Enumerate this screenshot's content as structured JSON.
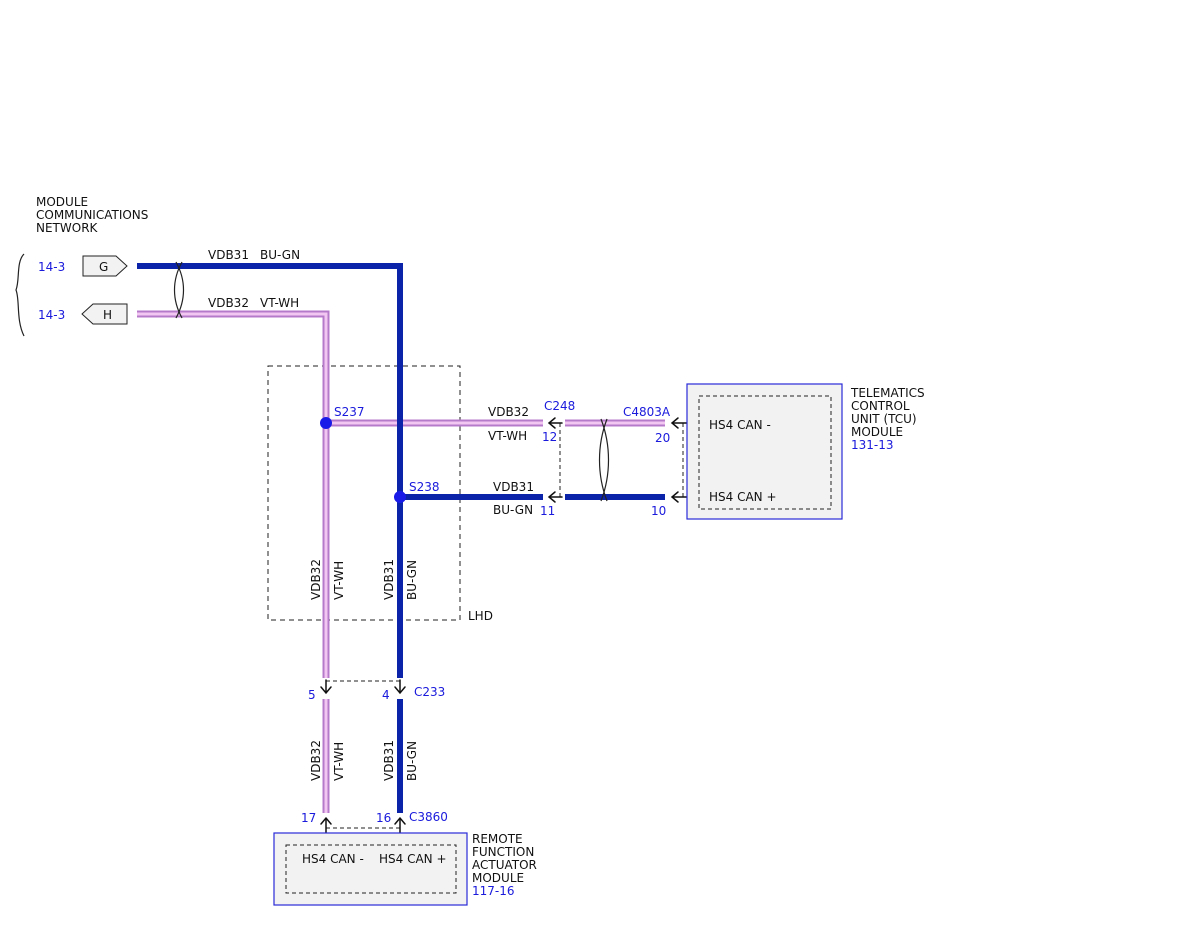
{
  "colors": {
    "bu_gn_wire": "#0a23a8",
    "vt_wh_wire_edge": "#b57ac9",
    "vt_wh_wire_core": "#f2c8f2",
    "reference_text": "#1a1adc",
    "module_fill": "#f2f2f2",
    "module_border": "#2a2ad8"
  },
  "network": {
    "title_line1": "MODULE",
    "title_line2": "COMMUNICATIONS",
    "title_line3": "NETWORK",
    "ref_g": "14-3",
    "ref_h": "14-3",
    "connector_g": "G",
    "connector_h": "H"
  },
  "wires": {
    "vdb31": "VDB31",
    "vdb32": "VDB32",
    "bu_gn": "BU-GN",
    "vt_wh": "VT-WH"
  },
  "splices": {
    "s237": "S237",
    "s238": "S238"
  },
  "lhd_label": "LHD",
  "connectors": {
    "c248": {
      "label": "C248",
      "pin_vt_wh": "12",
      "pin_bu_gn": "11"
    },
    "c4803a": {
      "label": "C4803A",
      "pin_vt_wh": "20",
      "pin_bu_gn": "10"
    },
    "c233": {
      "label": "C233",
      "pin_vt_wh": "5",
      "pin_bu_gn": "4"
    },
    "c3860": {
      "label": "C3860",
      "pin_vt_wh": "17",
      "pin_bu_gn": "16"
    }
  },
  "tcu_module": {
    "name_line1": "TELEMATICS",
    "name_line2": "CONTROL",
    "name_line3": "UNIT (TCU)",
    "name_line4": "MODULE",
    "ref": "131-13",
    "pin_minus": "HS4 CAN -",
    "pin_plus": "HS4 CAN +"
  },
  "rfa_module": {
    "name_line1": "REMOTE",
    "name_line2": "FUNCTION",
    "name_line3": "ACTUATOR",
    "name_line4": "MODULE",
    "ref": "117-16",
    "pin_minus": "HS4 CAN -",
    "pin_plus": "HS4 CAN +"
  }
}
